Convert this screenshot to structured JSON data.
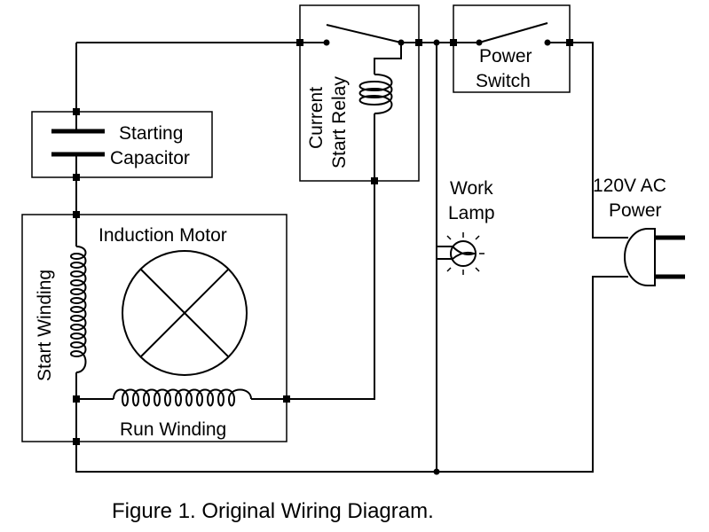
{
  "labels": {
    "starting_capacitor_1": "Starting",
    "starting_capacitor_2": "Capacitor",
    "relay_1": "Current",
    "relay_2": "Start Relay",
    "power_switch_1": "Power",
    "power_switch_2": "Switch",
    "work_lamp_1": "Work",
    "work_lamp_2": "Lamp",
    "power_1": "120V AC",
    "power_2": "Power",
    "induction_motor": "Induction Motor",
    "start_winding": "Start Winding",
    "run_winding": "Run Winding"
  },
  "caption": "Figure 1.  Original Wiring Diagram.",
  "colors": {
    "line": "#000000",
    "background": "#ffffff"
  }
}
